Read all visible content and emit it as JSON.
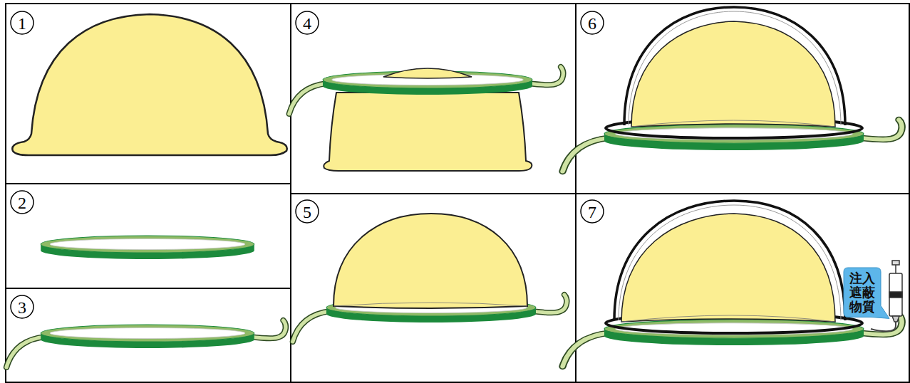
{
  "diagram": {
    "nodes": [
      {
        "text": [
          "注入遮蔽物質"
        ]
      }
    ],
    "labels": [
      "1",
      "2",
      "3",
      "4",
      "5",
      "6",
      "7"
    ]
  }
}
